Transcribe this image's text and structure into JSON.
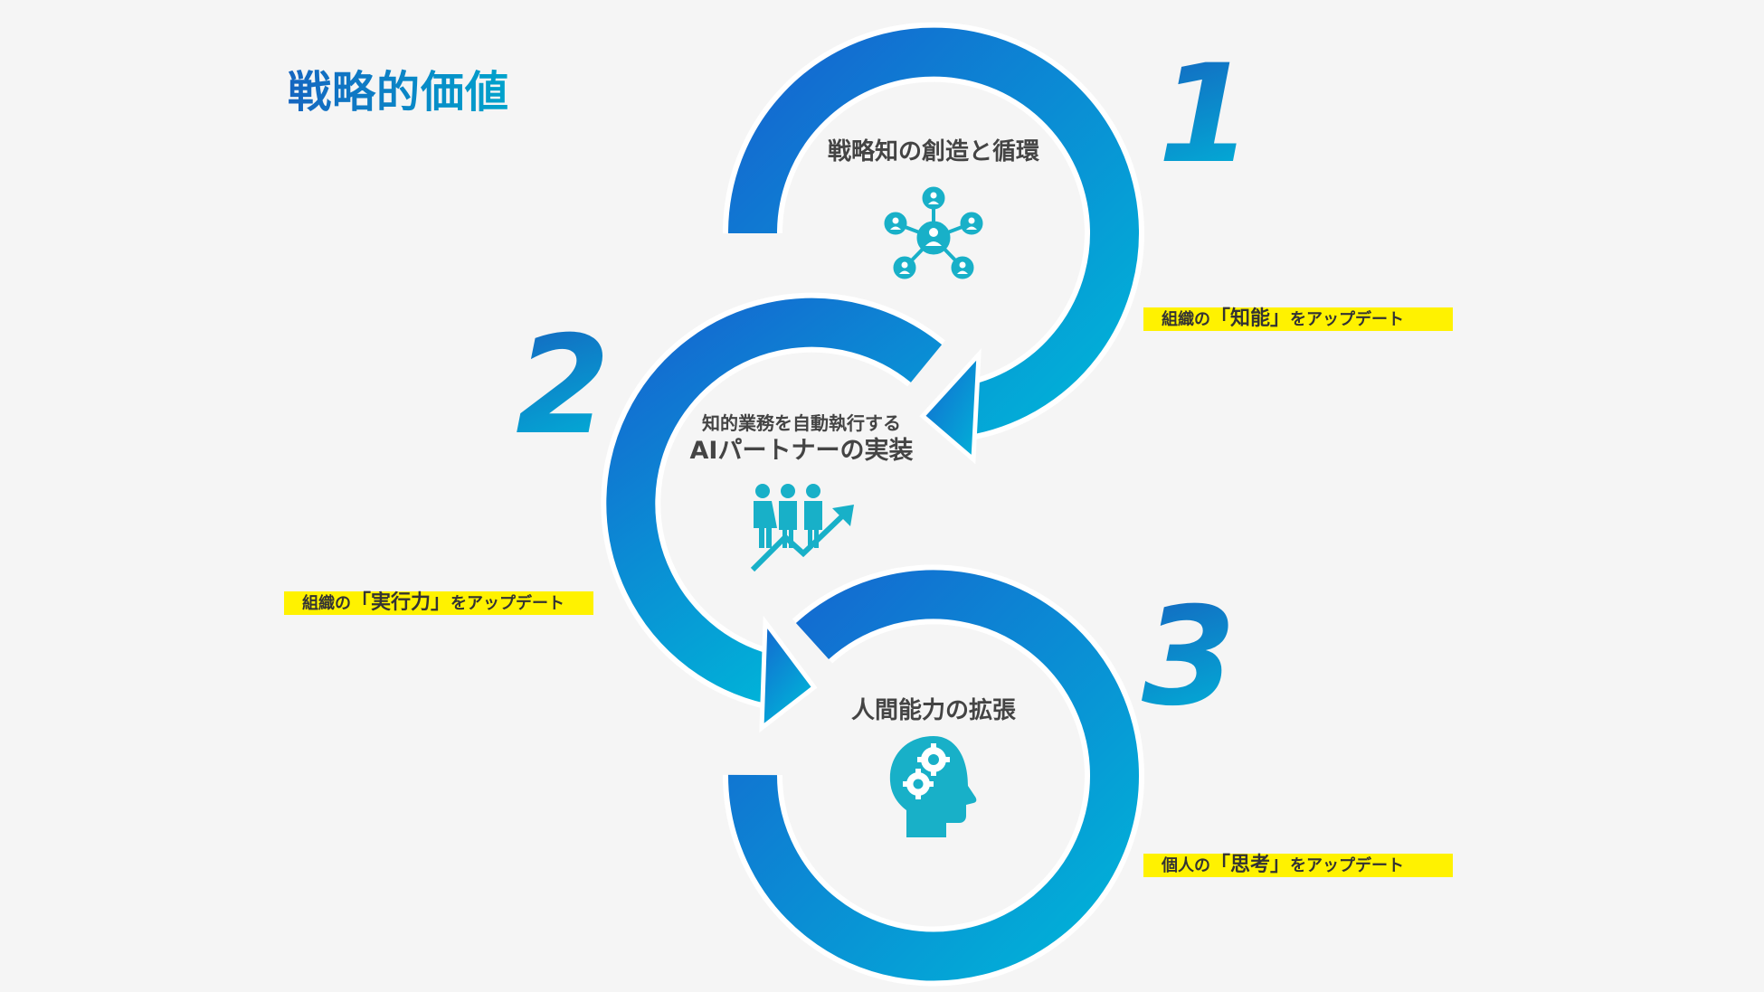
{
  "title": "戦略的価値",
  "colors": {
    "gradient_start": "#1565c0",
    "gradient_end": "#00b4d8",
    "icon": "#18b0c8",
    "highlight": "#fff200",
    "text": "#444444",
    "background": "#f5f5f5"
  },
  "steps": [
    {
      "number": "1",
      "title": "戦略知の創造と循環",
      "icon": "network-people-icon",
      "note": {
        "prefix": "組織の",
        "emphasis": "「知能」",
        "suffix": "をアップデート"
      }
    },
    {
      "number": "2",
      "title_line1": "知的業務を自動執行する",
      "title_line2": "AIパートナーの実装",
      "icon": "team-growth-icon",
      "note": {
        "prefix": "組織の",
        "emphasis": "「実行力」",
        "suffix": "をアップデート"
      }
    },
    {
      "number": "3",
      "title": "人間能力の拡張",
      "icon": "head-gears-icon",
      "note": {
        "prefix": "個人の",
        "emphasis": "「思考」",
        "suffix": "をアップデート"
      }
    }
  ]
}
